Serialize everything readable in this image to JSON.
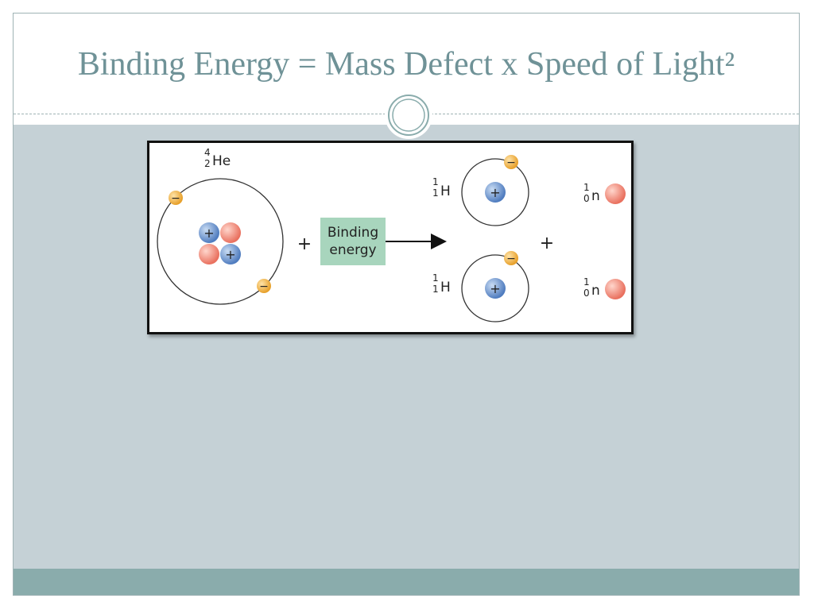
{
  "slide": {
    "title": "Binding Energy = Mass Defect x Speed of Light²"
  },
  "diagram": {
    "helium": {
      "mass_number": "4",
      "atomic_number": "2",
      "symbol": "He"
    },
    "plus_sign": "+",
    "binding_energy": {
      "line1": "Binding",
      "line2": "energy"
    },
    "hydrogen_top": {
      "mass_number": "1",
      "atomic_number": "1",
      "symbol": "H"
    },
    "hydrogen_bottom": {
      "mass_number": "1",
      "atomic_number": "1",
      "symbol": "H"
    },
    "neutron_top": {
      "mass_number": "1",
      "atomic_number": "0",
      "symbol": "n"
    },
    "neutron_bottom": {
      "mass_number": "1",
      "atomic_number": "0",
      "symbol": "n"
    },
    "proton_sign": "+",
    "electron_sign": "−",
    "colors": {
      "proton": "#5b86c5",
      "neutron": "#ef8a7b",
      "electron": "#f0b13c",
      "binding_box": "#a8d5bd"
    }
  }
}
